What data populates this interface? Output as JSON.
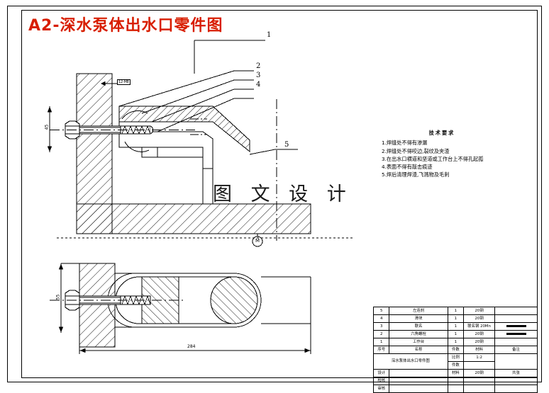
{
  "document": {
    "title": "A2-深水泵体出水口零件图",
    "watermark": "图 文 设 计"
  },
  "tech_notes": {
    "heading": "技术要求",
    "items": [
      "1.焊缝处不得有渗漏",
      "2.焊缝处不得咬边,裂纹及夹渣",
      "3.在出水口横道和坚道或工作台上不得孔起孤",
      "4.表面不得有敲击痕迹",
      "5.焊后清理焊渣,飞溅物及毛刺"
    ]
  },
  "leaders": {
    "l1": "1",
    "l2": "2",
    "l3": "3",
    "l4": "4",
    "l5": "5"
  },
  "dimensions": {
    "bottom_overall": "284",
    "left_top": "45",
    "left_bottom": "55",
    "callout_top": "12-M8",
    "section_mark": "M"
  },
  "title_block": {
    "columns": [
      "序号",
      "名称",
      "件数",
      "材料",
      "备注"
    ],
    "parts": [
      {
        "no": "5",
        "name": "左连刹",
        "qty": "1",
        "material": "20钢",
        "note": ""
      },
      {
        "no": "4",
        "name": "滑块",
        "qty": "1",
        "material": "20钢",
        "note": ""
      },
      {
        "no": "3",
        "name": "联名",
        "qty": "1",
        "material": "联名钢 20Mn",
        "note": "bar"
      },
      {
        "no": "2",
        "name": "六角螺栓",
        "qty": "1",
        "material": "20钢",
        "note": "bar"
      },
      {
        "no": "1",
        "name": "工作台",
        "qty": "1",
        "material": "20钢",
        "note": ""
      }
    ],
    "drawing_name": "深水泵体出水口零件图",
    "scale_label": "比例",
    "scale_value": "1:2",
    "weight_label": "件数",
    "material_label": "材料",
    "material_value": "20钢",
    "stage_label": "共张",
    "roles": [
      "设计",
      "校核",
      "审核"
    ]
  }
}
